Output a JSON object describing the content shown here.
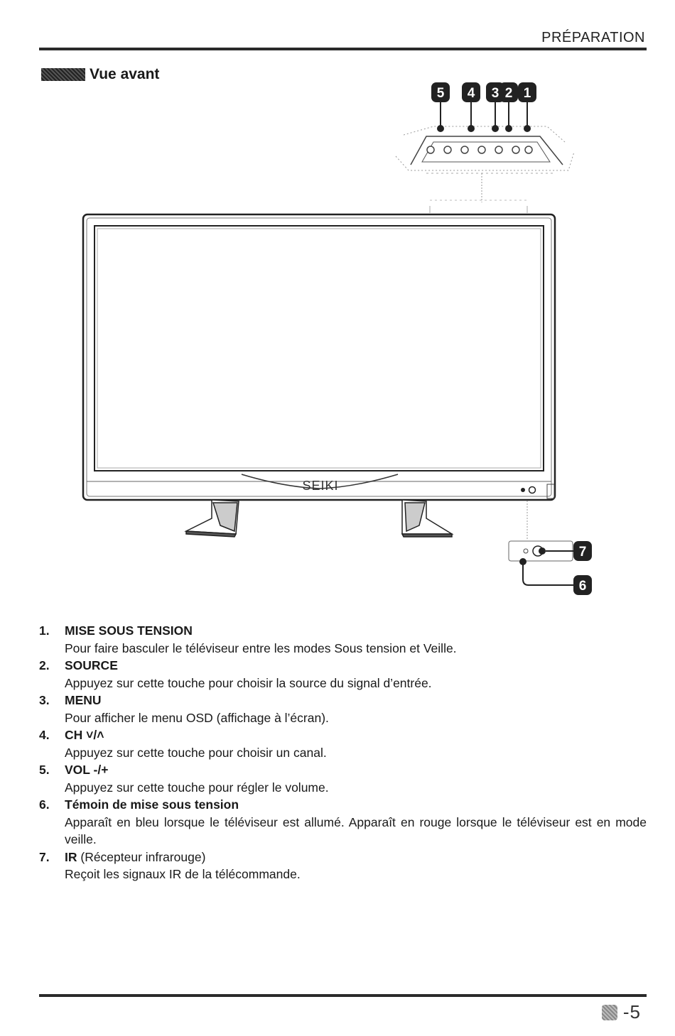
{
  "header": {
    "title": "PRÉPARATION"
  },
  "section": {
    "title": "Vue avant"
  },
  "diagram": {
    "brand": "SEIKI",
    "top_callouts": [
      "5",
      "4",
      "3",
      "2",
      "1"
    ],
    "side_callouts": [
      "7",
      "6"
    ]
  },
  "items": [
    {
      "num": "1.",
      "title": "MISE SOUS TENSION",
      "title_suffix": "",
      "desc": "Pour faire basculer le téléviseur entre les modes Sous tension et Veille."
    },
    {
      "num": "2.",
      "title": "SOURCE",
      "title_suffix": "",
      "desc": "Appuyez sur cette touche pour choisir la source du signal d’entrée."
    },
    {
      "num": "3.",
      "title": "MENU",
      "title_suffix": "",
      "desc": "Pour afficher le menu OSD (affichage à l’écran)."
    },
    {
      "num": "4.",
      "title": "CH ˅/˄",
      "title_suffix": "",
      "desc": "Appuyez sur cette touche pour choisir un canal."
    },
    {
      "num": "5.",
      "title": "VOL -/+",
      "title_suffix": "",
      "desc": "Appuyez sur cette touche pour régler le volume."
    },
    {
      "num": "6.",
      "title": "Témoin de mise sous tension",
      "title_suffix": "",
      "desc": "Apparaît en bleu lorsque le téléviseur est allumé. Apparaît en rouge lorsque le téléviseur est en mode veille."
    },
    {
      "num": "7.",
      "title": "IR",
      "title_suffix": " (Récepteur infrarouge)",
      "desc": "Reçoit les signaux IR de la télécommande."
    }
  ],
  "footer": {
    "page": "-5"
  }
}
